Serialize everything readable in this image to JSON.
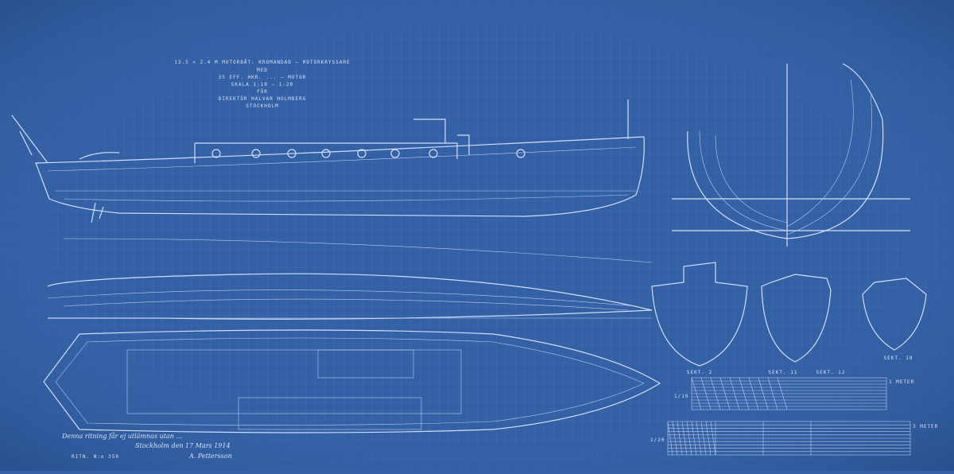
{
  "title_block": {
    "line1": "13.5 × 2.4 M MOTORBÅT: KROMANDAD — MOTORKRYSSARE",
    "line2": "MED",
    "line3": "35 EFF. HKR. ... — MOTOR",
    "line4": "SKALA 1:10 — 1:20",
    "line5": "FÖR",
    "line6": "DIREKTÖR HALVAR HOLMBERG",
    "line7": "STOCKHOLM"
  },
  "note": "Denna ritning får ej utlämnas utan ... ",
  "place_date": "Stockholm den 17 Mars 1914",
  "signature": "A. Pettersson",
  "drawing_number": "RITN. N:o 350",
  "sections": [
    "SEKT. 2",
    "SEKT. 11",
    "SEKT. 12",
    "SEKT. 18"
  ],
  "scales": [
    {
      "ratio": "1/10",
      "unit": "1 METER"
    },
    {
      "ratio": "1/20",
      "unit": "3 METER"
    }
  ],
  "colors": {
    "paper": "#3461a6",
    "line": "#d3def2"
  }
}
